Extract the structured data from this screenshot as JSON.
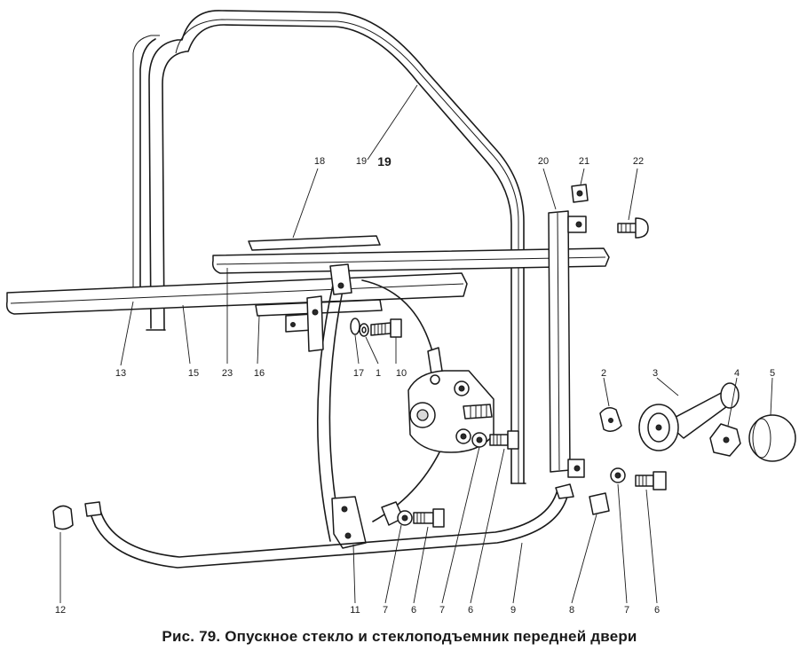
{
  "figure_number_label": "19",
  "caption": "Рис. 79. Опускное стекло и стеклоподъемник передней двери",
  "callouts": [
    {
      "text": "13"
    },
    {
      "text": "15"
    },
    {
      "text": "23"
    },
    {
      "text": "16"
    },
    {
      "text": "17"
    },
    {
      "text": "1"
    },
    {
      "text": "10"
    },
    {
      "text": "18"
    },
    {
      "text": "19"
    },
    {
      "text": "20"
    },
    {
      "text": "21"
    },
    {
      "text": "22"
    },
    {
      "text": "2"
    },
    {
      "text": "3"
    },
    {
      "text": "4"
    },
    {
      "text": "5"
    },
    {
      "text": "12"
    },
    {
      "text": "11"
    },
    {
      "text": "7"
    },
    {
      "text": "6"
    },
    {
      "text": "7"
    },
    {
      "text": "6"
    },
    {
      "text": "9"
    },
    {
      "text": "8"
    },
    {
      "text": "7"
    },
    {
      "text": "6"
    }
  ]
}
